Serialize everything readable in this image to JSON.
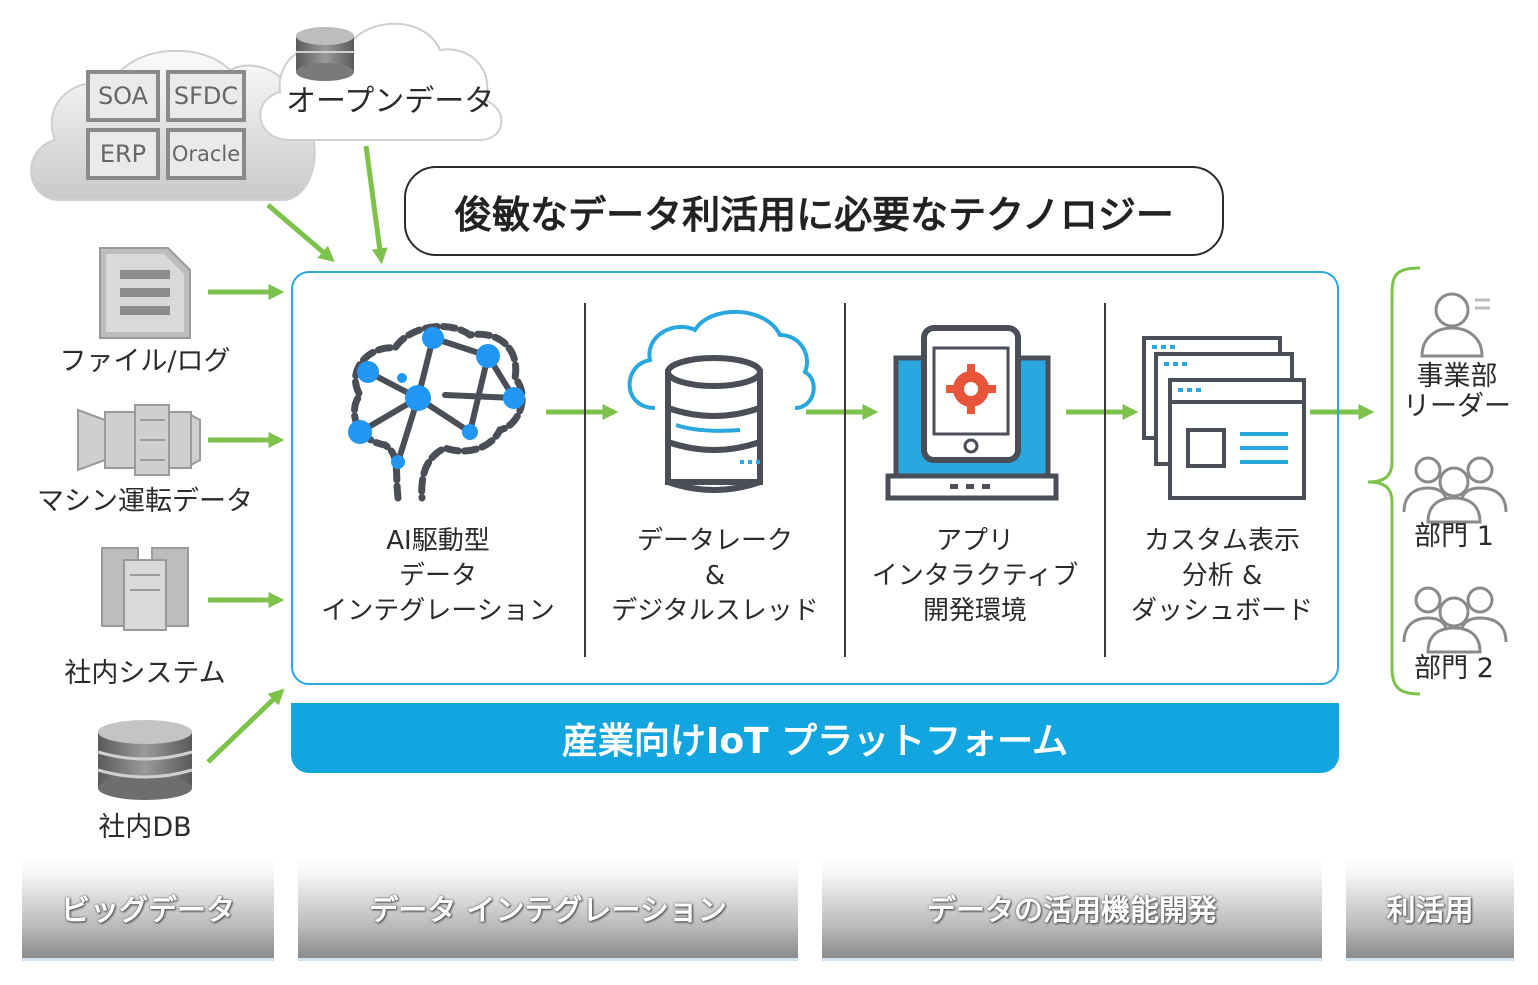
{
  "sources": {
    "cloud_systems": [
      "SOA",
      "SFDC",
      "ERP",
      "Oracle"
    ],
    "open_data": "オープンデータ",
    "files_logs": "ファイル/ログ",
    "machine_data": "マシン運転データ",
    "internal_systems": "社内システム",
    "internal_db": "社内DB"
  },
  "title": "俊敏なデータ利活用に必要なテクノロジー",
  "stages": [
    {
      "lines": [
        "AI駆動型",
        "データ",
        "インテグレーション"
      ]
    },
    {
      "lines": [
        "データレーク",
        "&",
        "デジタルスレッド"
      ]
    },
    {
      "lines": [
        "アプリ",
        "インタラクティブ",
        "開発環境"
      ]
    },
    {
      "lines": [
        "カスタム表示",
        "分析 &",
        "ダッシュボード"
      ]
    }
  ],
  "platform": "産業向けIoT プラットフォーム",
  "users": [
    {
      "lines": [
        "事業部",
        "リーダー"
      ]
    },
    {
      "lines": [
        "部門 1"
      ]
    },
    {
      "lines": [
        "部門 2"
      ]
    }
  ],
  "bands": [
    "ビッグデータ",
    "データ インテグレーション",
    "データの活用機能開発",
    "利活用"
  ],
  "colors": {
    "accent_blue": "#12a5e0",
    "arrow_green": "#7dc24b",
    "node_blue": "#2196f3",
    "gear_red": "#e8553b"
  }
}
